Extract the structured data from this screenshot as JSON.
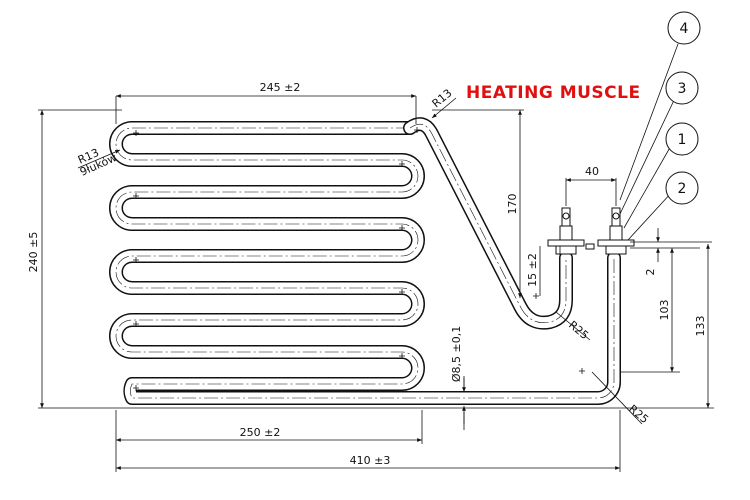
{
  "title": "HEATING MUSCLE",
  "dimensions": {
    "top_width": "245 ±2",
    "bottom_width": "250 ±2",
    "overall_width": "410 ±3",
    "overall_height": "240 ±5",
    "diag_height": "170",
    "terminal_spacing": "40",
    "terminal_offset": "15 ±2",
    "flange_gap": "2",
    "inner_height": "103",
    "outer_height": "133",
    "tube_diameter": "Ø8,5 ±0,1",
    "radius_top_left": "R13",
    "radius_top_left_note": "9łuków",
    "radius_top_right": "R13",
    "radius_bend": "R25",
    "radius_corner": "R25"
  },
  "balloons": [
    "4",
    "3",
    "1",
    "2"
  ],
  "colors": {
    "line": "#111111",
    "title": "#e01010",
    "background": "#ffffff"
  }
}
